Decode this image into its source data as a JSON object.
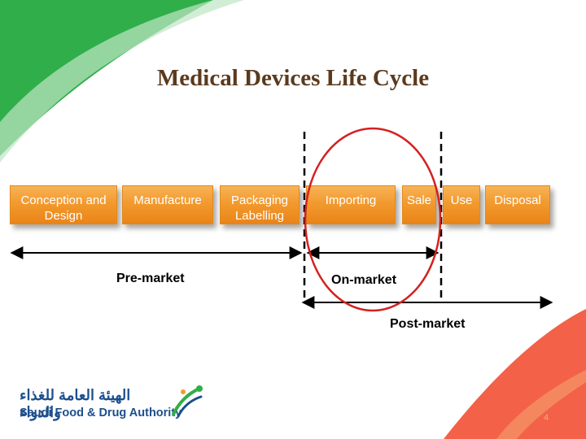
{
  "title": "Medical Devices Life Cycle",
  "stages": [
    "Conception and Design",
    "Manufacture",
    "Packaging Labelling",
    "Importing",
    "Sale",
    "Use",
    "Disposal"
  ],
  "phases": {
    "pre_market": "Pre-market",
    "on_market": "On-market",
    "post_market": "Post-market"
  },
  "logo": {
    "arabic": "الهيئة العامة للغذاء والدواء",
    "english": "Saudi Food & Drug Authority"
  },
  "page_number": "4",
  "colors": {
    "stage_fill": "#f29a2e",
    "title": "#5b3a1e",
    "highlight_circle": "#d42020",
    "corner_green": "#2fae4a",
    "corner_coral": "#f26148"
  }
}
